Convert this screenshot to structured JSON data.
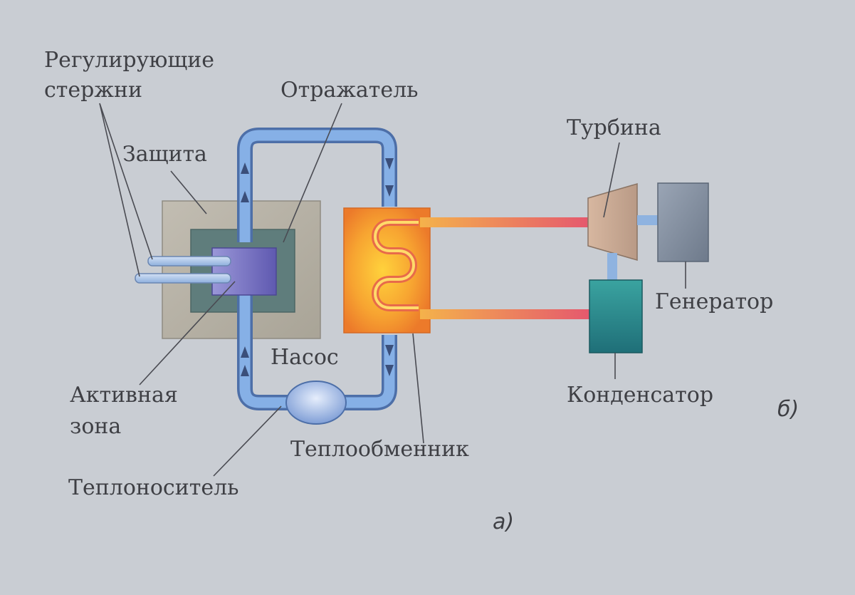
{
  "labels": {
    "control_rods_line1": "Регулирующие",
    "control_rods_line2": "стержни",
    "reflector": "Отражатель",
    "shielding": "Защита",
    "turbine": "Турбина",
    "generator": "Генератор",
    "pump": "Насос",
    "active_zone_line1": "Активная",
    "active_zone_line2": "зона",
    "condenser": "Конденсатор",
    "heat_exchanger": "Теплообменник",
    "coolant": "Теплоноситель",
    "subfigure_a": "а)",
    "subfigure_b": "б)"
  },
  "colors": {
    "background": "#c9cdd3",
    "shielding": "#b5b0a5",
    "reflector": "#5c7a7a",
    "core": "#7d78c8",
    "coolant_pipe": "#7ea5dc",
    "heat_exchanger": "#f19a2c",
    "hot_pipe": "#e76a4a",
    "turbine": "#c9a78d",
    "generator": "#8692a3",
    "condenser": "#2f8c8a",
    "text": "#3e3f44"
  }
}
